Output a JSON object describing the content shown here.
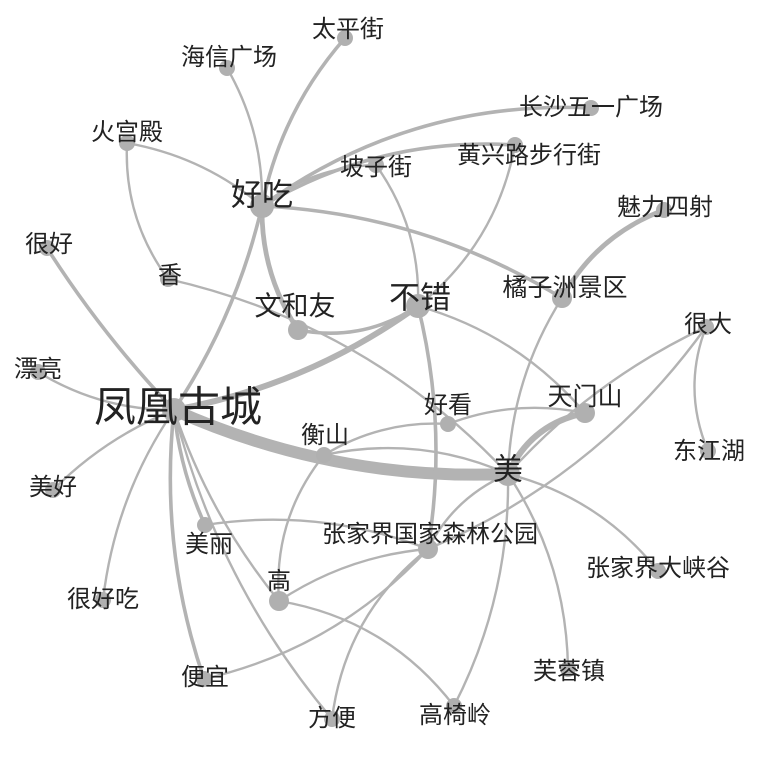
{
  "diagram": {
    "nodes": [
      {
        "id": "fenghuang",
        "label": "凤凰古城",
        "importance": 5
      },
      {
        "id": "haochi",
        "label": "好吃",
        "importance": 3
      },
      {
        "id": "bucuo",
        "label": "不错",
        "importance": 3
      },
      {
        "id": "mei",
        "label": "美",
        "importance": 3
      },
      {
        "id": "taipingjie",
        "label": "太平街",
        "importance": 1
      },
      {
        "id": "haixin",
        "label": "海信广场",
        "importance": 1
      },
      {
        "id": "huogongdian",
        "label": "火宫殿",
        "importance": 1
      },
      {
        "id": "changsha",
        "label": "长沙五一广场",
        "importance": 1
      },
      {
        "id": "huangxing",
        "label": "黄兴路步行街",
        "importance": 1
      },
      {
        "id": "pozijie",
        "label": "坡子街",
        "importance": 1
      },
      {
        "id": "meili",
        "label": "魅力四射",
        "importance": 1
      },
      {
        "id": "henhao",
        "label": "很好",
        "importance": 1
      },
      {
        "id": "xiang",
        "label": "香",
        "importance": 1
      },
      {
        "id": "wenheyou",
        "label": "文和友",
        "importance": 2
      },
      {
        "id": "juzizhou",
        "label": "橘子洲景区",
        "importance": 2
      },
      {
        "id": "henda",
        "label": "很大",
        "importance": 1
      },
      {
        "id": "piaoliang",
        "label": "漂亮",
        "importance": 1
      },
      {
        "id": "haokan",
        "label": "好看",
        "importance": 1
      },
      {
        "id": "tianmenshan",
        "label": "天门山",
        "importance": 2
      },
      {
        "id": "hengshan",
        "label": "衡山",
        "importance": 1
      },
      {
        "id": "dongjianghu",
        "label": "东江湖",
        "importance": 1
      },
      {
        "id": "meihao",
        "label": "美好",
        "importance": 1
      },
      {
        "id": "meilinice",
        "label": "美丽",
        "importance": 1
      },
      {
        "id": "zhangjiajie",
        "label": "张家界国家森林公园",
        "importance": 2
      },
      {
        "id": "gao",
        "label": "高",
        "importance": 2
      },
      {
        "id": "daxiagu",
        "label": "张家界大峡谷",
        "importance": 1
      },
      {
        "id": "henhaochi",
        "label": "很好吃",
        "importance": 1
      },
      {
        "id": "furong",
        "label": "芙蓉镇",
        "importance": 1
      },
      {
        "id": "pianyi",
        "label": "便宜",
        "importance": 1
      },
      {
        "id": "fangbian",
        "label": "方便",
        "importance": 1
      },
      {
        "id": "gaoyiling",
        "label": "高椅岭",
        "importance": 1
      }
    ],
    "edges": [
      {
        "source": "fenghuang",
        "target": "mei",
        "weight": 10
      },
      {
        "source": "fenghuang",
        "target": "bucuo",
        "weight": 5
      },
      {
        "source": "fenghuang",
        "target": "haochi",
        "weight": 3
      },
      {
        "source": "fenghuang",
        "target": "henhao",
        "weight": 3
      },
      {
        "source": "fenghuang",
        "target": "piaoliang",
        "weight": 2
      },
      {
        "source": "fenghuang",
        "target": "meihao",
        "weight": 2
      },
      {
        "source": "fenghuang",
        "target": "henhaochi",
        "weight": 2
      },
      {
        "source": "fenghuang",
        "target": "pianyi",
        "weight": 3
      },
      {
        "source": "fenghuang",
        "target": "fangbian",
        "weight": 2
      },
      {
        "source": "fenghuang",
        "target": "meilinice",
        "weight": 3
      },
      {
        "source": "fenghuang",
        "target": "gao",
        "weight": 2
      },
      {
        "source": "haochi",
        "target": "taipingjie",
        "weight": 3
      },
      {
        "source": "haochi",
        "target": "haixin",
        "weight": 2
      },
      {
        "source": "haochi",
        "target": "huogongdian",
        "weight": 2
      },
      {
        "source": "haochi",
        "target": "changsha",
        "weight": 3
      },
      {
        "source": "haochi",
        "target": "huangxing",
        "weight": 3
      },
      {
        "source": "haochi",
        "target": "pozijie",
        "weight": 2
      },
      {
        "source": "haochi",
        "target": "wenheyou",
        "weight": 4
      },
      {
        "source": "haochi",
        "target": "juzizhou",
        "weight": 3
      },
      {
        "source": "huogongdian",
        "target": "xiang",
        "weight": 2
      },
      {
        "source": "bucuo",
        "target": "wenheyou",
        "weight": 3
      },
      {
        "source": "bucuo",
        "target": "huangxing",
        "weight": 2
      },
      {
        "source": "bucuo",
        "target": "pozijie",
        "weight": 2
      },
      {
        "source": "bucuo",
        "target": "zhangjiajie",
        "weight": 3
      },
      {
        "source": "bucuo",
        "target": "tianmenshan",
        "weight": 2
      },
      {
        "source": "juzizhou",
        "target": "meili",
        "weight": 4
      },
      {
        "source": "juzizhou",
        "target": "mei",
        "weight": 2
      },
      {
        "source": "xiang",
        "target": "mei",
        "weight": 2
      },
      {
        "source": "mei",
        "target": "tianmenshan",
        "weight": 5
      },
      {
        "source": "mei",
        "target": "henda",
        "weight": 2
      },
      {
        "source": "mei",
        "target": "daxiagu",
        "weight": 2
      },
      {
        "source": "mei",
        "target": "furong",
        "weight": 2
      },
      {
        "source": "mei",
        "target": "gaoyiling",
        "weight": 2
      },
      {
        "source": "mei",
        "target": "hengshan",
        "weight": 2
      },
      {
        "source": "mei",
        "target": "zhangjiajie",
        "weight": 2
      },
      {
        "source": "henda",
        "target": "dongjianghu",
        "weight": 2
      },
      {
        "source": "henda",
        "target": "zhangjiajie",
        "weight": 2
      },
      {
        "source": "haokan",
        "target": "hengshan",
        "weight": 2
      },
      {
        "source": "haokan",
        "target": "tianmenshan",
        "weight": 2
      },
      {
        "source": "hengshan",
        "target": "gao",
        "weight": 2
      },
      {
        "source": "zhangjiajie",
        "target": "meilinice",
        "weight": 2
      },
      {
        "source": "zhangjiajie",
        "target": "gao",
        "weight": 2
      },
      {
        "source": "zhangjiajie",
        "target": "pianyi",
        "weight": 2
      },
      {
        "source": "zhangjiajie",
        "target": "fangbian",
        "weight": 2
      },
      {
        "source": "gao",
        "target": "gaoyiling",
        "weight": 2
      }
    ]
  }
}
